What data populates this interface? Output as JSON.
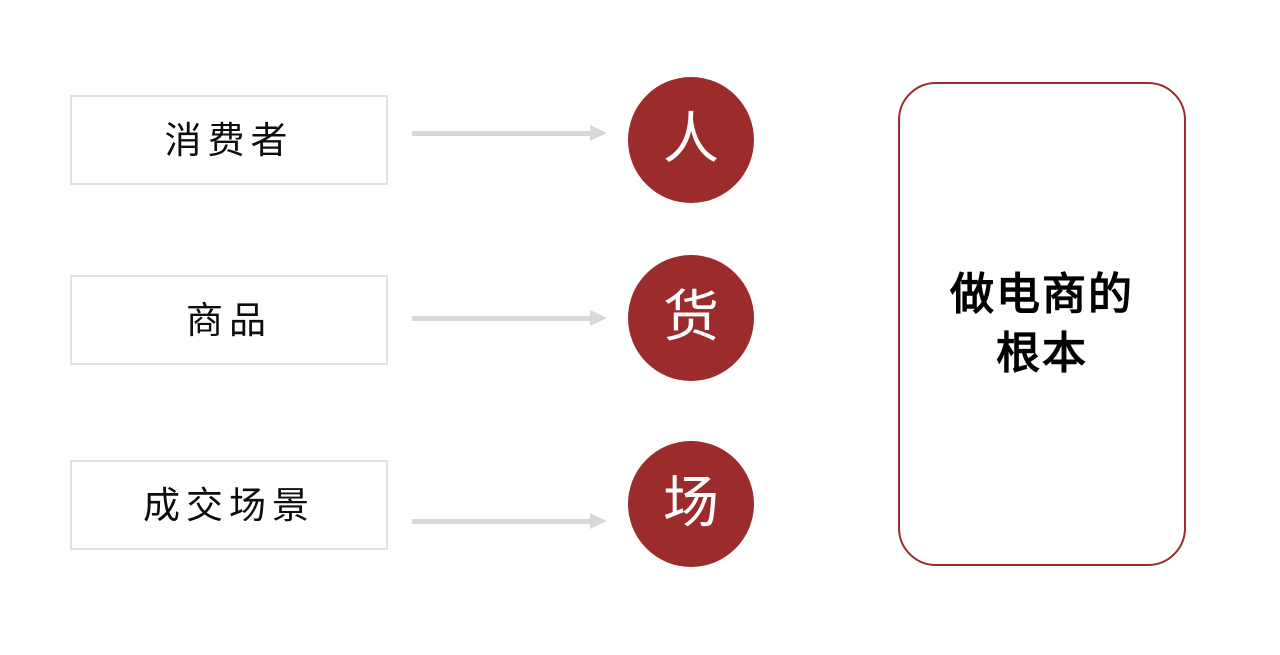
{
  "diagram": {
    "title_text": "做电商的根本",
    "background_color": "#ffffff",
    "accent_color": "#9c2b2b",
    "arrow_color": "#d8d8d8",
    "box_border_color": "#e2e2e2",
    "rows": [
      {
        "source_label": "消费者",
        "target_label": "人"
      },
      {
        "source_label": "商品",
        "target_label": "货"
      },
      {
        "source_label": "成交场景",
        "target_label": "场"
      }
    ],
    "conclusion": {
      "line1": "做电商的",
      "line2": "根本"
    }
  }
}
